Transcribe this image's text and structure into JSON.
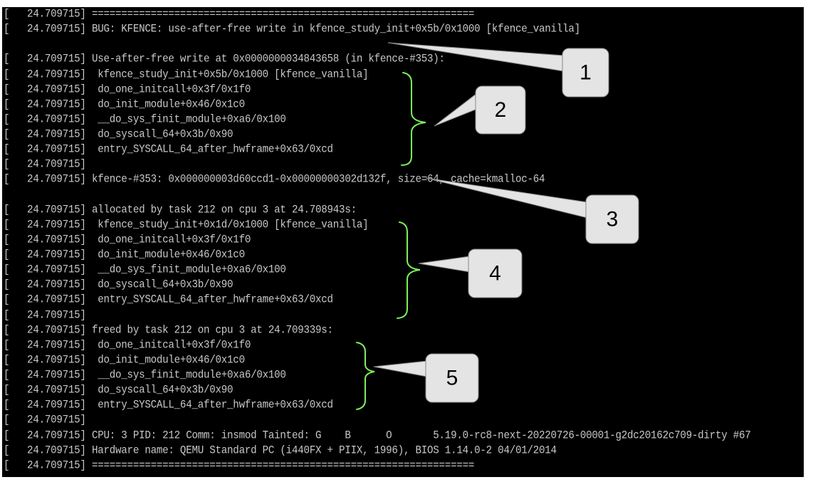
{
  "terminal": {
    "lines": [
      {
        "ts": "[   24.709715]",
        "text": " ================================================================="
      },
      {
        "ts": "[   24.709715]",
        "text": " BUG: KFENCE: use-after-free write in kfence_study_init+0x5b/0x1000 [kfence_vanilla]"
      },
      {
        "ts": "",
        "text": ""
      },
      {
        "ts": "[   24.709715]",
        "text": " Use-after-free write at 0x0000000034843658 (in kfence-#353):"
      },
      {
        "ts": "[   24.709715]",
        "text": "  kfence_study_init+0x5b/0x1000 [kfence_vanilla]"
      },
      {
        "ts": "[   24.709715]",
        "text": "  do_one_initcall+0x3f/0x1f0"
      },
      {
        "ts": "[   24.709715]",
        "text": "  do_init_module+0x46/0x1c0"
      },
      {
        "ts": "[   24.709715]",
        "text": "  __do_sys_finit_module+0xa6/0x100"
      },
      {
        "ts": "[   24.709715]",
        "text": "  do_syscall_64+0x3b/0x90"
      },
      {
        "ts": "[   24.709715]",
        "text": "  entry_SYSCALL_64_after_hwframe+0x63/0xcd"
      },
      {
        "ts": "[   24.709715]",
        "text": ""
      },
      {
        "ts": "[   24.709715]",
        "text": " kfence-#353: 0x000000003d60ccd1-0x00000000302d132f, size=64, cache=kmalloc-64"
      },
      {
        "ts": "",
        "text": ""
      },
      {
        "ts": "[   24.709715]",
        "text": " allocated by task 212 on cpu 3 at 24.708943s:"
      },
      {
        "ts": "[   24.709715]",
        "text": "  kfence_study_init+0x1d/0x1000 [kfence_vanilla]"
      },
      {
        "ts": "[   24.709715]",
        "text": "  do_one_initcall+0x3f/0x1f0"
      },
      {
        "ts": "[   24.709715]",
        "text": "  do_init_module+0x46/0x1c0"
      },
      {
        "ts": "[   24.709715]",
        "text": "  __do_sys_finit_module+0xa6/0x100"
      },
      {
        "ts": "[   24.709715]",
        "text": "  do_syscall_64+0x3b/0x90"
      },
      {
        "ts": "[   24.709715]",
        "text": "  entry_SYSCALL_64_after_hwframe+0x63/0xcd"
      },
      {
        "ts": "[   24.709715]",
        "text": ""
      },
      {
        "ts": "[   24.709715]",
        "text": " freed by task 212 on cpu 3 at 24.709339s:"
      },
      {
        "ts": "[   24.709715]",
        "text": "  do_one_initcall+0x3f/0x1f0"
      },
      {
        "ts": "[   24.709715]",
        "text": "  do_init_module+0x46/0x1c0"
      },
      {
        "ts": "[   24.709715]",
        "text": "  __do_sys_finit_module+0xa6/0x100"
      },
      {
        "ts": "[   24.709715]",
        "text": "  do_syscall_64+0x3b/0x90"
      },
      {
        "ts": "[   24.709715]",
        "text": "  entry_SYSCALL_64_after_hwframe+0x63/0xcd"
      },
      {
        "ts": "[   24.709715]",
        "text": ""
      },
      {
        "ts": "[   24.709715]",
        "text": " CPU: 3 PID: 212 Comm: insmod Tainted: G    B      O       5.19.0-rc8-next-20220726-00001-g2dc20162c709-dirty #67"
      },
      {
        "ts": "[   24.709715]",
        "text": " Hardware name: QEMU Standard PC (i440FX + PIIX, 1996), BIOS 1.14.0-2 04/01/2014"
      },
      {
        "ts": "[   24.709715]",
        "text": " ================================================================="
      }
    ]
  },
  "callouts": [
    {
      "label": "1"
    },
    {
      "label": "2"
    },
    {
      "label": "3"
    },
    {
      "label": "4"
    },
    {
      "label": "5"
    }
  ],
  "colors": {
    "background": "#000000",
    "text": "#c8c8c8",
    "brace": "#7cf05a",
    "callout_fill": "#e4e4e4"
  }
}
